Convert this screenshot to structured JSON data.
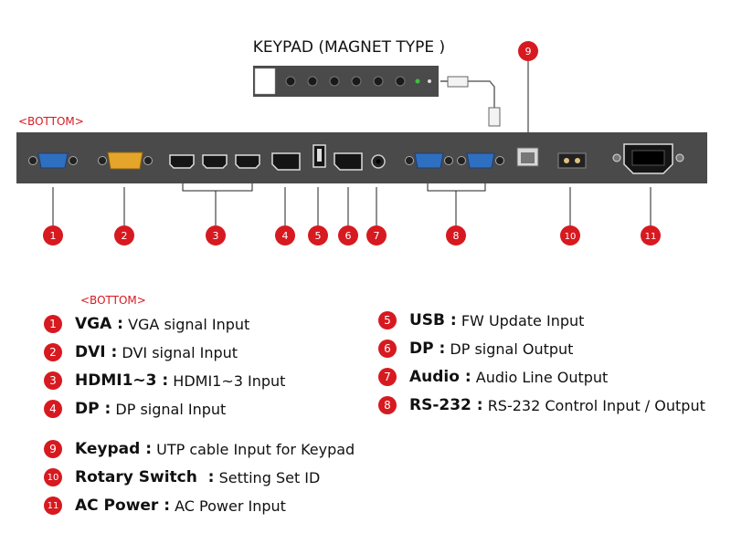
{
  "keypad": {
    "title": "KEYPAD (MAGNET TYPE )"
  },
  "top_bottom_label": "<BOTTOM>",
  "legend_bottom_label": "<BOTTOM>",
  "colors": {
    "accent": "#d71920",
    "panel": "#4a4a4a",
    "vga_blue": "#2f6fbf",
    "dvi_gold": "#e5a52a"
  },
  "ports": [
    {
      "num": "1",
      "name": "VGA :",
      "desc": "VGA signal Input"
    },
    {
      "num": "2",
      "name": "DVI :",
      "desc": "DVI signal Input"
    },
    {
      "num": "3",
      "name": "HDMI1~3 :",
      "desc": "HDMI1~3 Input"
    },
    {
      "num": "4",
      "name": "DP :",
      "desc": "DP signal Input"
    },
    {
      "num": "5",
      "name": "USB :",
      "desc": "FW Update Input"
    },
    {
      "num": "6",
      "name": "DP :",
      "desc": "DP signal Output"
    },
    {
      "num": "7",
      "name": "Audio :",
      "desc": "Audio Line Output"
    },
    {
      "num": "8",
      "name": "RS-232 :",
      "desc": "RS-232 Control Input / Output"
    },
    {
      "num": "9",
      "name": "Keypad :",
      "desc": "UTP cable Input for Keypad"
    },
    {
      "num": "10",
      "name": "Rotary Switch  :",
      "desc": "Setting Set ID"
    },
    {
      "num": "11",
      "name": "AC Power :",
      "desc": "AC Power Input"
    }
  ]
}
